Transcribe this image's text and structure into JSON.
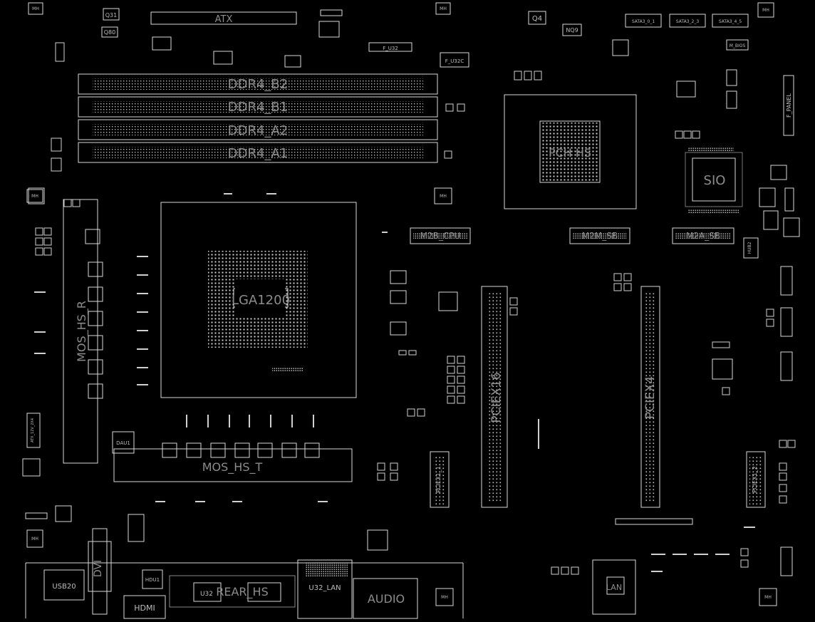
{
  "labels": {
    "atx": "ATX",
    "q31": "Q31",
    "q80": "Q80",
    "f_u32": "F_U32",
    "f_u32c": "F_U32C",
    "q4": "Q4",
    "nq9": "NQ9",
    "sata3_0_1": "SATA3_0_1",
    "sata3_2_3": "SATA3_2_3",
    "sata3_4_5": "SATA3_4_5",
    "m_bios": "M_BIOS",
    "f_panel": "F_PANEL",
    "ddr4_b2": "DDR4_B2",
    "ddr4_b1": "DDR4_B1",
    "ddr4_a2": "DDR4_A2",
    "ddr4_a1": "DDR4_A1",
    "pch": "PCH HS",
    "sio": "SIO",
    "m2b_cpu": "M2B_CPU",
    "m2m_sb": "M2M_SB",
    "m2a_sb": "M2A_SB",
    "hub2": "HUB2",
    "cpu": "LGA1200",
    "mos_hs_r": "MOS_HS_R",
    "mos_hs_t": "MOS_HS_T",
    "dau1": "DAU1",
    "pciex16": "PCIEX16",
    "pciex4": "PCIEX4",
    "pciex1_1": "PCIEX1_1",
    "pciex1_2": "PCIEX1_2",
    "usb20": "USB20",
    "dvi": "DVI",
    "hdmi": "HDMI",
    "hdu1": "HDU1",
    "rear_hs": "REAR_HS",
    "u32": "U32",
    "u32_lan": "U32_LAN",
    "audio": "AUDIO",
    "lan": "LAN",
    "atx_12v": "ATX_12V_2X4",
    "mh": "MH"
  }
}
